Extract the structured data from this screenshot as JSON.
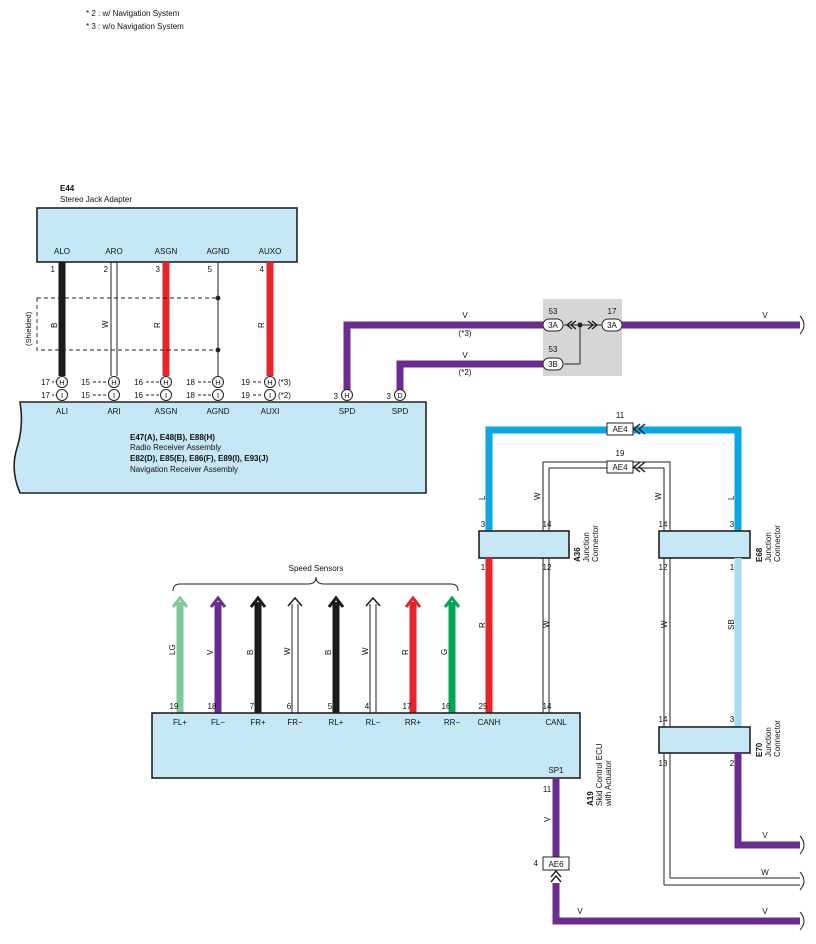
{
  "notes": {
    "n2": "* 2 : w/ Navigation System",
    "n3": "* 3 : w/o Navigation System"
  },
  "e44": {
    "id": "E44",
    "name": "Stereo Jack Adapter",
    "pins": [
      {
        "label": "ALO",
        "num": "1",
        "wire": "B"
      },
      {
        "label": "ARO",
        "num": "2",
        "wire": "W"
      },
      {
        "label": "ASGN",
        "num": "3",
        "wire": "R"
      },
      {
        "label": "AGND",
        "num": "5",
        "wire": ""
      },
      {
        "label": "AUXO",
        "num": "4",
        "wire": "R"
      }
    ],
    "shielded": "(Shielded)"
  },
  "radio": {
    "line1": "E47(A), E48(B), E88(H)",
    "line2": "Radio Receiver Assembly",
    "line3": "E82(D), E85(E), E86(F), E89(I), E93(J)",
    "line4": "Navigation Receiver Assembly",
    "pins": [
      {
        "label": "ALI",
        "top": "17",
        "topc": "H",
        "bot": "17",
        "botc": "I"
      },
      {
        "label": "ARI",
        "top": "15",
        "topc": "H",
        "bot": "15",
        "botc": "I"
      },
      {
        "label": "ASGN",
        "top": "16",
        "topc": "H",
        "bot": "16",
        "botc": "I"
      },
      {
        "label": "AGND",
        "top": "18",
        "topc": "H",
        "bot": "18",
        "botc": "I"
      },
      {
        "label": "AUXI",
        "top": "19",
        "topc": "H",
        "bot": "19",
        "botc": "I"
      }
    ],
    "aux_note_top": "(*3)",
    "aux_note_bot": "(*2)",
    "spd": [
      {
        "label": "SPD",
        "num": "3",
        "conn": "H"
      },
      {
        "label": "SPD",
        "num": "3",
        "conn": "D"
      }
    ]
  },
  "spd_wires": {
    "upper_color": "V",
    "upper_note": "(*3)",
    "lower_color": "V",
    "lower_note": "(*2)",
    "right_color": "V"
  },
  "junction": {
    "c1_pin": "53",
    "c1": "3A",
    "c2_pin": "17",
    "c2": "3A",
    "c3_pin": "53",
    "c3": "3B"
  },
  "ae4": {
    "top_pin": "11",
    "top_label": "AE4",
    "bot_pin": "19",
    "bot_label": "AE4"
  },
  "a36": {
    "id": "A36",
    "name1": "Junction",
    "name2": "Connector",
    "p_tl": "3",
    "p_tr": "14",
    "p_bl": "1",
    "p_br": "12",
    "w_top_l": "L",
    "w_top_r": "W",
    "w_bot_l": "R",
    "w_bot_r": "W"
  },
  "e68": {
    "id": "E68",
    "name1": "Junction",
    "name2": "Connector",
    "p_tl": "14",
    "p_tr": "3",
    "p_bl": "12",
    "p_br": "1",
    "w_top_l": "W",
    "w_top_r": "L",
    "w_bot_l": "W",
    "w_bot_r": "SB"
  },
  "e70": {
    "id": "E70",
    "name1": "Junction",
    "name2": "Connector",
    "p_tl": "14",
    "p_tr": "3",
    "p_bl": "13",
    "p_br": "2",
    "out_v": "V",
    "out_w": "W"
  },
  "speed": {
    "title": "Speed Sensors",
    "sensors": [
      {
        "pin": "19",
        "label": "FL+",
        "wire": "LG",
        "color": "#7fc99a"
      },
      {
        "pin": "18",
        "label": "FL−",
        "wire": "V",
        "color": "#6a2d8f"
      },
      {
        "pin": "7",
        "label": "FR+",
        "wire": "B",
        "color": "#1a1a1a"
      },
      {
        "pin": "6",
        "label": "FR−",
        "wire": "W",
        "color": "#ffffff"
      },
      {
        "pin": "5",
        "label": "RL+",
        "wire": "B",
        "color": "#1a1a1a"
      },
      {
        "pin": "4",
        "label": "RL−",
        "wire": "W",
        "color": "#ffffff"
      },
      {
        "pin": "17",
        "label": "RR+",
        "wire": "R",
        "color": "#e8232a"
      },
      {
        "pin": "16",
        "label": "RR−",
        "wire": "G",
        "color": "#00a651"
      }
    ]
  },
  "a19": {
    "id": "A19",
    "name1": "Skid Control ECU",
    "name2": "with Actuator",
    "canh_label": "CANH",
    "canh_pin": "25",
    "canl_label": "CANL",
    "canl_pin": "14",
    "sp1_label": "SP1",
    "sp1_pin": "11",
    "sp1_wire": "V"
  },
  "ae6": {
    "pin": "4",
    "label": "AE6"
  },
  "bottom_wire": {
    "left": "V",
    "right": "V"
  },
  "colors": {
    "violet": "#6a2d8f",
    "red": "#e8232a",
    "black": "#1a1a1a",
    "blue": "#0aa6e6",
    "lightblue": "#a6daf2",
    "box_fill": "#c6e7f6",
    "grey_box": "#d6d6d6"
  }
}
